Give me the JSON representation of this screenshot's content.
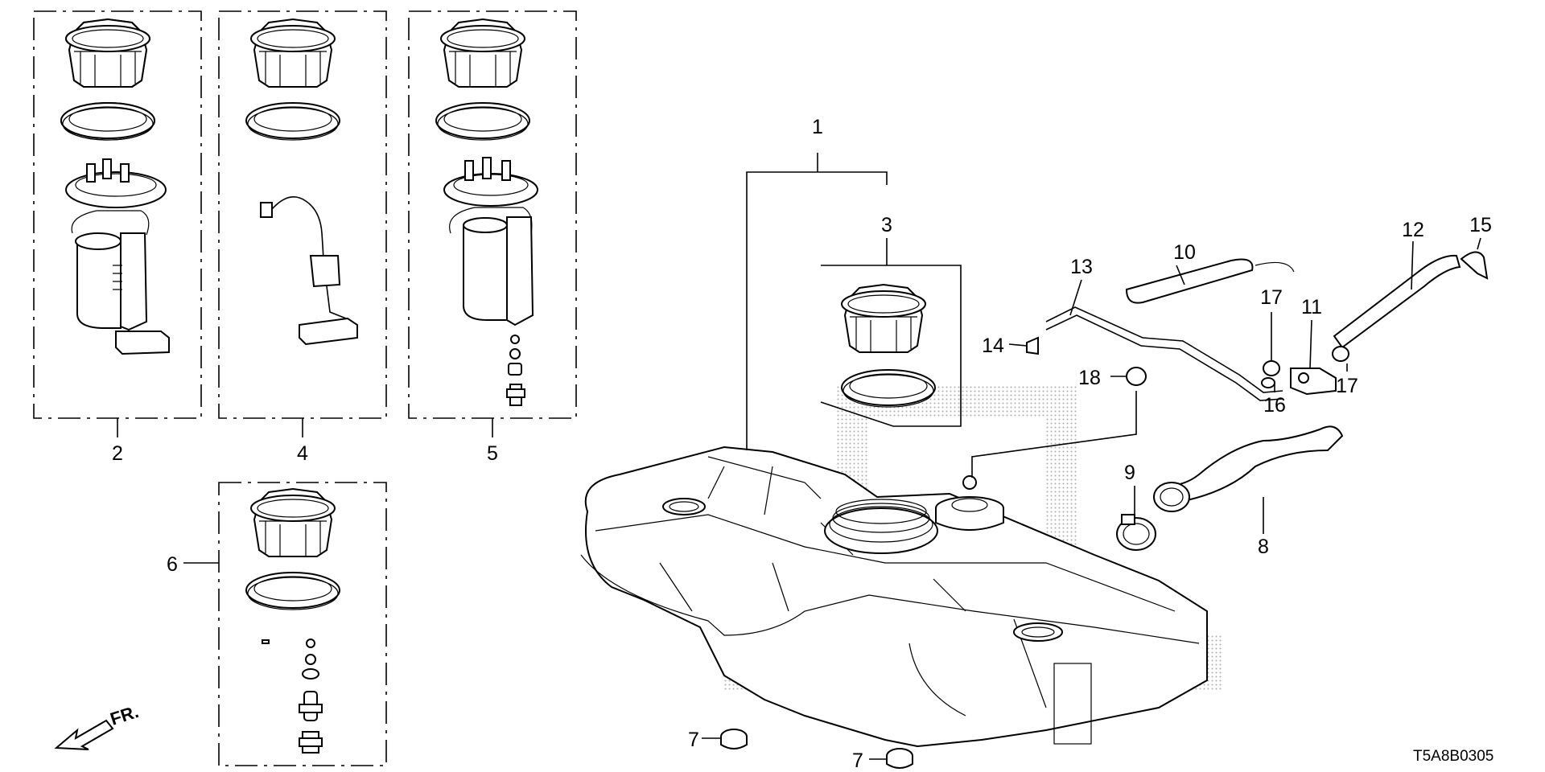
{
  "callouts": {
    "c1": "1",
    "c2": "2",
    "c3": "3",
    "c4": "4",
    "c5": "5",
    "c6": "6",
    "c7a": "7",
    "c7b": "7",
    "c8": "8",
    "c9": "9",
    "c10": "10",
    "c11": "11",
    "c12": "12",
    "c13": "13",
    "c14": "14",
    "c15": "15",
    "c16": "16",
    "c17a": "17",
    "c17b": "17",
    "c18": "18"
  },
  "direction_label": "FR.",
  "diagram_code": "T5A8B0305"
}
